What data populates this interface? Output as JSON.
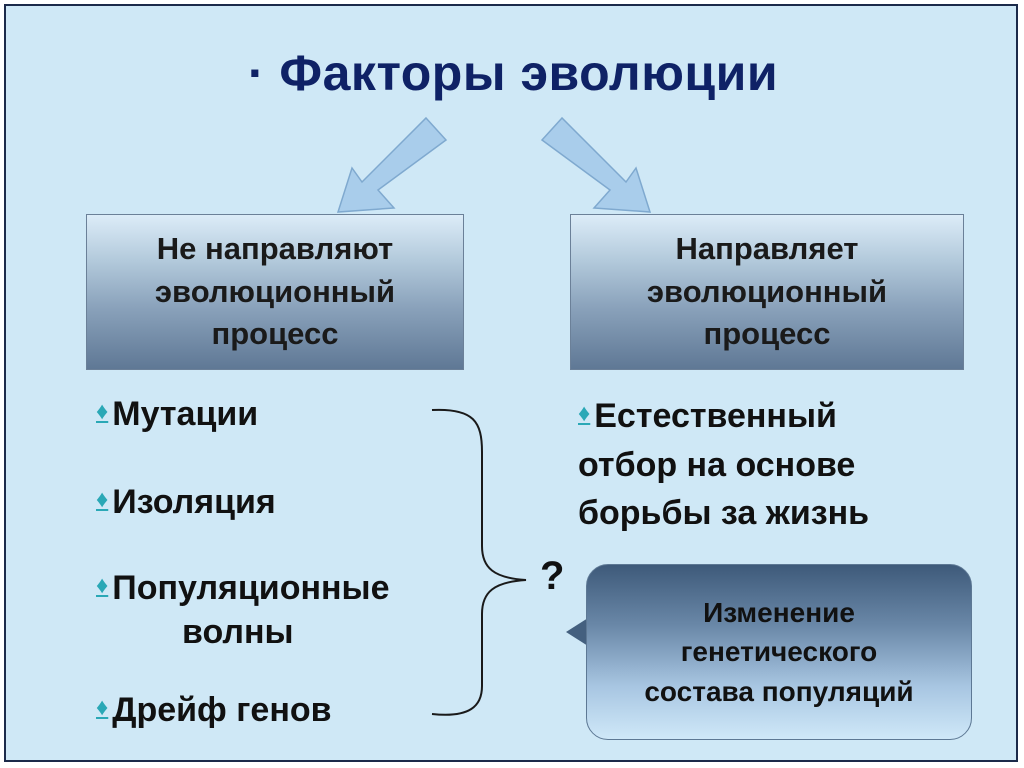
{
  "title": "· Факторы эволюции",
  "left_header": "Не направляют\nэволюционный\nпроцесс",
  "right_header": "Направляет\nэволюционный\nпроцесс",
  "bullet_symbol": "♦",
  "left_items": [
    {
      "line1": "Мутации",
      "line2": ""
    },
    {
      "line1": "Изоляция",
      "line2": ""
    },
    {
      "line1": "Популяционные",
      "line2": "волны"
    },
    {
      "line1": "Дрейф генов",
      "line2": ""
    }
  ],
  "right_item": {
    "line1": "Естественный",
    "line2": "отбор на основе",
    "line3": "борьбы  за жизнь"
  },
  "question_mark": "?",
  "callout_text": "Изменение\nгенетического\nсостава популяций",
  "colors": {
    "background": "#cfe8f6",
    "title": "#0f2266",
    "bullet": "#2aa8b6",
    "arrow": "#a9cdeb"
  }
}
